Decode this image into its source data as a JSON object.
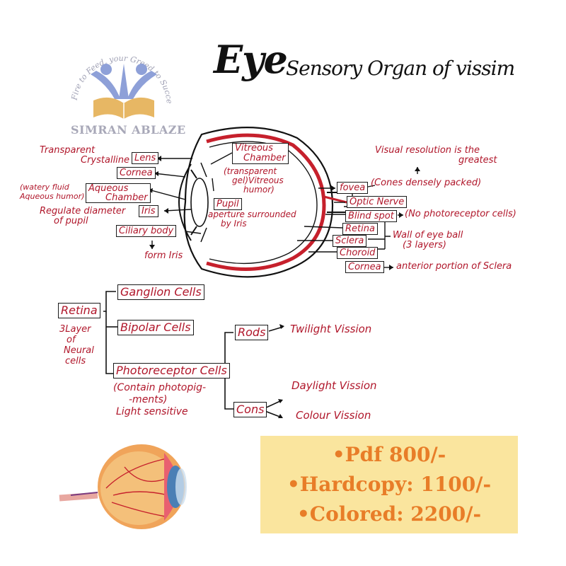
{
  "title": {
    "main": "Eye",
    "subtitle": "Sensory Organ of vissim"
  },
  "logo": {
    "tagline": "Fire to Feed, your Greed to Succeed",
    "brand": "SIMRAN ABLAZE"
  },
  "eye_diagram": {
    "left_labels": {
      "transparent_crystalline": [
        "Transparent",
        "Crystalline"
      ],
      "lens": "Lens",
      "cornea": "Cornea",
      "watery_fluid": [
        "(watery fluid",
        "Aqueous humor)"
      ],
      "aqueous_chamber": [
        "Aqueous",
        "Chamber"
      ],
      "regulate": [
        "Regulate diameter",
        "of pupil"
      ],
      "iris": "Iris",
      "ciliary_body": "Ciliary body",
      "form_iris": "form Iris"
    },
    "center_labels": {
      "vitreous_chamber": [
        "Vitreous",
        "Chamber"
      ],
      "vitreous_note": [
        "(transparent",
        "gel)Vitreous",
        "humor)"
      ],
      "pupil": "Pupil",
      "pupil_note": [
        "aperture surrounded",
        "by Iris"
      ]
    },
    "right_labels": {
      "visual_resolution": [
        "Visual resolution is the",
        "greatest"
      ],
      "fovea": "fovea",
      "fovea_note": "(Cones densely packed)",
      "optic_nerve": "Optic Nerve",
      "blind_spot": "Blind spot",
      "blind_spot_note": "(No photoreceptor cells)",
      "retina": "Retina",
      "sclera": "Sclera",
      "choroid": "Choroid",
      "wall_note": [
        "Wall of eye ball",
        "(3 layers)"
      ],
      "cornea": "Cornea",
      "cornea_note": "anterior portion of Sclera"
    }
  },
  "retina_tree": {
    "root": "Retina",
    "root_note": [
      "3Layer",
      "of",
      "Neural",
      "cells"
    ],
    "ganglion": "Ganglion Cells",
    "bipolar": "Bipolar Cells",
    "photoreceptor": "Photoreceptor Cells",
    "photoreceptor_note": [
      "(Contain photopig-",
      "-ments)",
      "Light sensitive"
    ],
    "rods": "Rods",
    "rods_note": "Twilight Vission",
    "cons": "Cons",
    "cons_note_1": "Daylight Vission",
    "cons_note_2": "Colour Vission"
  },
  "pricing": {
    "pdf": "•Pdf 800/-",
    "hardcopy": "•Hardcopy: 1100/-",
    "colored": "•Colored: 2200/-"
  },
  "colors": {
    "ink_red": "#b0162a",
    "price_orange": "#e87d28",
    "panel_yellow": "#fae59e",
    "logo_blue": "#8ea0d8",
    "logo_gold": "#e7b764"
  }
}
